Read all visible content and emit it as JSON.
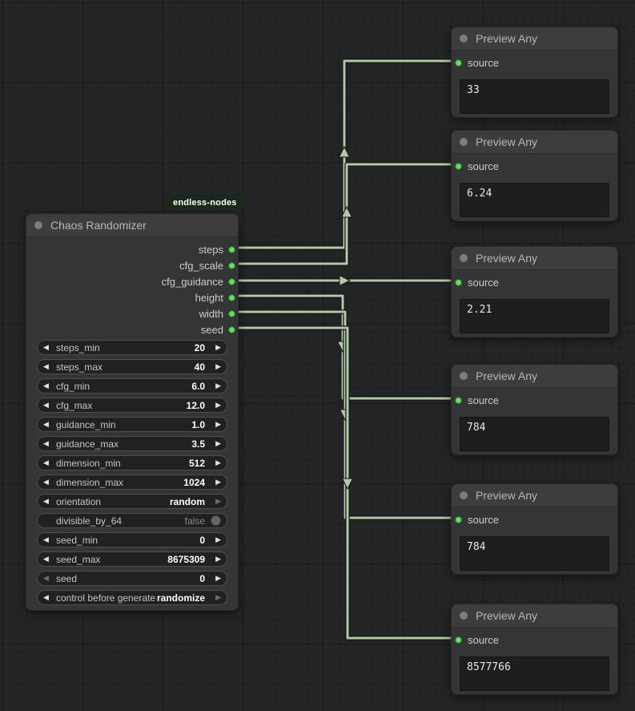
{
  "badge": {
    "label": "endless-nodes"
  },
  "icons": {
    "left_arrow": "◀",
    "right_arrow": "▶"
  },
  "chaos_node": {
    "title": "Chaos Randomizer",
    "outputs": [
      {
        "label": "steps"
      },
      {
        "label": "cfg_scale"
      },
      {
        "label": "cfg_guidance"
      },
      {
        "label": "height"
      },
      {
        "label": "width"
      },
      {
        "label": "seed"
      }
    ],
    "widgets": [
      {
        "label": "steps_min",
        "value": "20"
      },
      {
        "label": "steps_max",
        "value": "40"
      },
      {
        "label": "cfg_min",
        "value": "6.0"
      },
      {
        "label": "cfg_max",
        "value": "12.0"
      },
      {
        "label": "guidance_min",
        "value": "1.0"
      },
      {
        "label": "guidance_max",
        "value": "3.5"
      },
      {
        "label": "dimension_min",
        "value": "512"
      },
      {
        "label": "dimension_max",
        "value": "1024"
      },
      {
        "label": "orientation",
        "value": "random"
      },
      {
        "label": "divisible_by_64",
        "value": "false"
      },
      {
        "label": "seed_min",
        "value": "0"
      },
      {
        "label": "seed_max",
        "value": "8675309"
      },
      {
        "label": "seed",
        "value": "0"
      },
      {
        "label": "control before generate",
        "value": "randomize"
      }
    ]
  },
  "preview_nodes": [
    {
      "title": "Preview Any",
      "input_label": "source",
      "value": "33"
    },
    {
      "title": "Preview Any",
      "input_label": "source",
      "value": "6.24"
    },
    {
      "title": "Preview Any",
      "input_label": "source",
      "value": "2.21"
    },
    {
      "title": "Preview Any",
      "input_label": "source",
      "value": "784"
    },
    {
      "title": "Preview Any",
      "input_label": "source",
      "value": "784"
    },
    {
      "title": "Preview Any",
      "input_label": "source",
      "value": "8577766"
    }
  ],
  "colors": {
    "slot_green": "#5ee05e",
    "wire": "#b3c7a9",
    "node_header": "#3d3d3d",
    "node_body": "#353535",
    "canvas_bg": "#242526",
    "badge_bg": "#1b291b"
  }
}
